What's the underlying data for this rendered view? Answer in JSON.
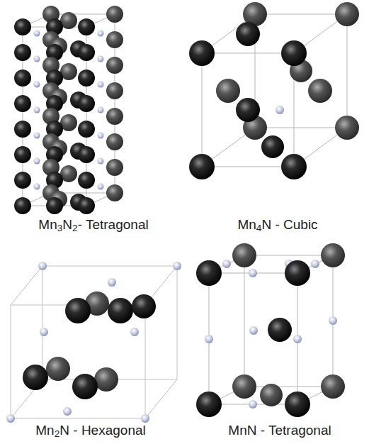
{
  "diagram": {
    "labels": [
      "Mn3N2- Tetragonal",
      "Mn4N - Cubic",
      "Mn2N - Hexagonal",
      "MnN - Tetragonal"
    ]
  }
}
